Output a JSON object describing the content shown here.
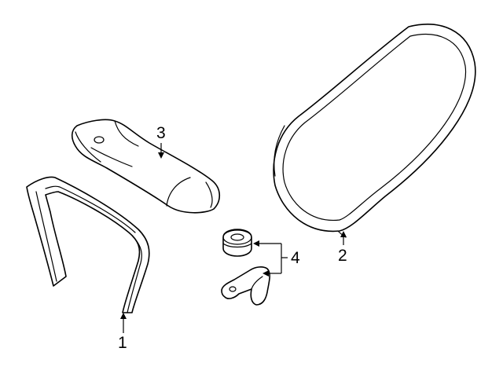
{
  "callouts": {
    "part_1": "1",
    "part_2": "2",
    "part_3": "3",
    "part_4": "4"
  },
  "colors": {
    "line": "#000000",
    "background": "#ffffff"
  }
}
